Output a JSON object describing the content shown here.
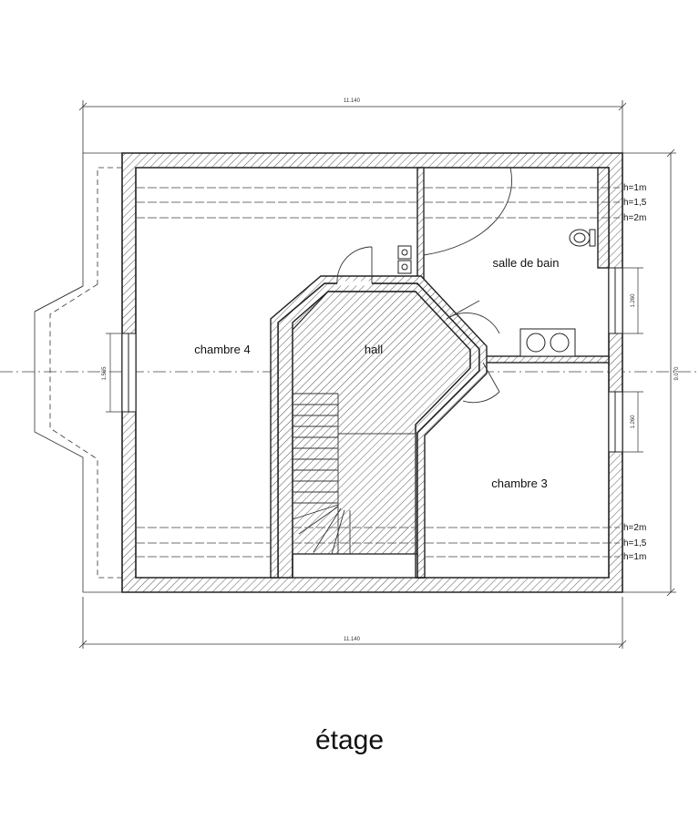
{
  "plan": {
    "caption": "étage",
    "rooms": {
      "chambre4": "chambre 4",
      "hall": "hall",
      "salle_de_bain": "salle de bain",
      "chambre3": "chambre 3"
    },
    "dimensions": {
      "width_top": "11.140",
      "width_bottom": "11.140",
      "depth_right": "9.070",
      "window_left": "1.565",
      "window_right_upper": "1.260",
      "window_right_lower": "1.260"
    },
    "height_marks_top": [
      "h=1m",
      "h=1,5",
      "h=2m"
    ],
    "height_marks_bottom": [
      "h=2m",
      "h=1,5",
      "h=1m"
    ]
  }
}
